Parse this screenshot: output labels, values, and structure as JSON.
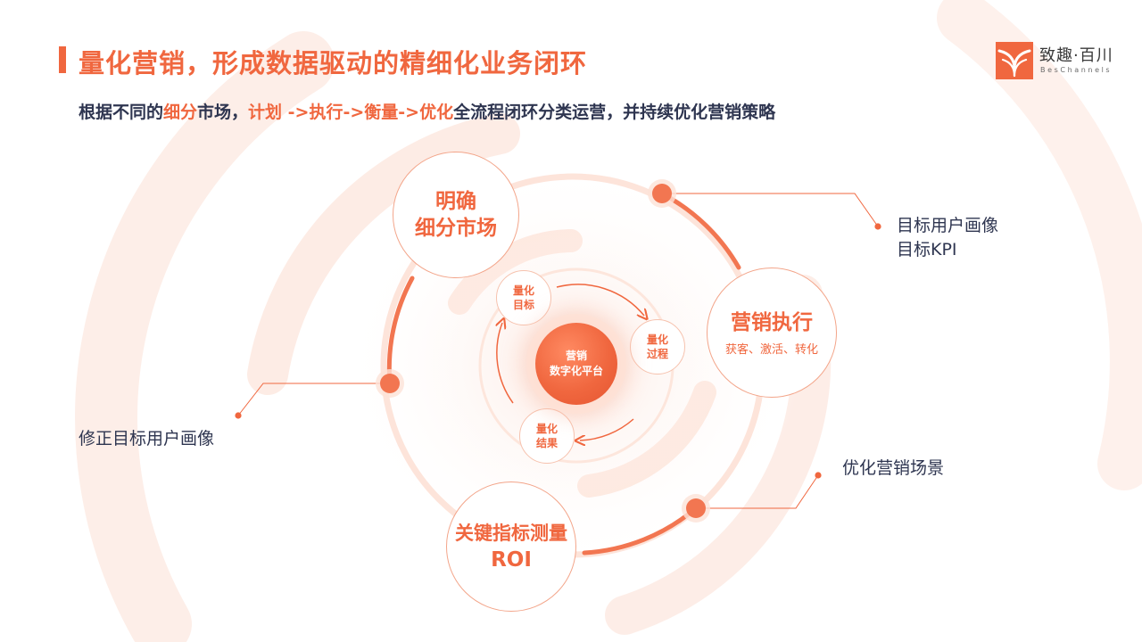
{
  "header": {
    "title": "量化营销，形成数据驱动的精细化业务闭环",
    "subtitle": {
      "p1": "根据不同的",
      "p2": "细分",
      "p3": "市场，",
      "p4": "计划  ->执行->衡量->优化",
      "p5": "全流程闭环分类运营，并持续优化营销策略"
    }
  },
  "logo": {
    "name_cn": "致趣·百川",
    "name_en": "BesChannels"
  },
  "diagram": {
    "nodes": {
      "segment": {
        "line1": "明确",
        "line2": "细分市场"
      },
      "execute": {
        "title": "营销执行",
        "sub": "获客、激活、转化"
      },
      "measure": {
        "line1": "关键指标测量",
        "line2": "ROI"
      }
    },
    "inner": {
      "target": {
        "line1": "量化",
        "line2": "目标"
      },
      "process": {
        "line1": "量化",
        "line2": "过程"
      },
      "result": {
        "line1": "量化",
        "line2": "结果"
      }
    },
    "core": {
      "line1": "营销",
      "line2": "数字化平台"
    },
    "callouts": {
      "top_right": {
        "line1": "目标用户画像",
        "line2": "目标KPI"
      },
      "left": "修正目标用户画像",
      "bottom_right": "优化营销场景"
    }
  },
  "colors": {
    "accent": "#f0673f",
    "text_dark": "#2e3550"
  }
}
